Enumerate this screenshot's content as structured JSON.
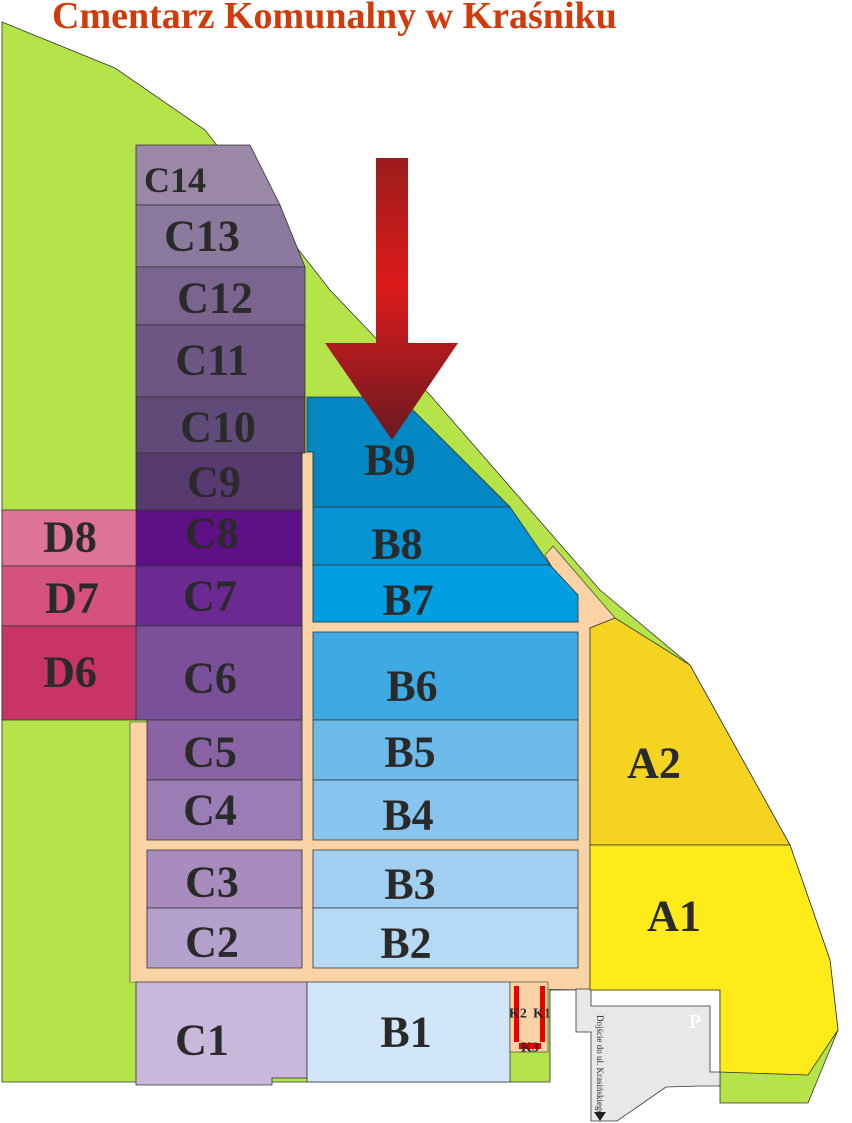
{
  "title": "Cmentarz Komunalny w Kraśniku",
  "colors": {
    "grass": "#b5e34a",
    "path": "#f9d2a5",
    "parking": "#e8e8e8",
    "arrow": "#c41a1a",
    "title": "#d23a0a"
  },
  "sections": {
    "C14": {
      "label": "C14",
      "color": "#9a88a6"
    },
    "C13": {
      "label": "C13",
      "color": "#8c7a9e"
    },
    "C12": {
      "label": "C12",
      "color": "#7b6590"
    },
    "C11": {
      "label": "C11",
      "color": "#6e5784"
    },
    "C10": {
      "label": "C10",
      "color": "#604a78"
    },
    "C9": {
      "label": "C9",
      "color": "#573b70"
    },
    "C8": {
      "label": "C8",
      "color": "#5e1185"
    },
    "C7": {
      "label": "C7",
      "color": "#6a2a92"
    },
    "C6": {
      "label": "C6",
      "color": "#7a509a"
    },
    "C5": {
      "label": "C5",
      "color": "#8a63a4"
    },
    "C4": {
      "label": "C4",
      "color": "#9b7db5"
    },
    "C3": {
      "label": "C3",
      "color": "#a88cbd"
    },
    "C2": {
      "label": "C2",
      "color": "#b3a0cc"
    },
    "C1": {
      "label": "C1",
      "color": "#c9b8db"
    },
    "B9": {
      "label": "B9",
      "color": "#0287c3"
    },
    "B8": {
      "label": "B8",
      "color": "#0494d3"
    },
    "B7": {
      "label": "B7",
      "color": "#009fe3"
    },
    "B6": {
      "label": "B6",
      "color": "#3daae4"
    },
    "B5": {
      "label": "B5",
      "color": "#6cbbeb"
    },
    "B4": {
      "label": "B4",
      "color": "#87c4ee"
    },
    "B3": {
      "label": "B3",
      "color": "#a0cff2"
    },
    "B2": {
      "label": "B2",
      "color": "#b5daf5"
    },
    "B1": {
      "label": "B1",
      "color": "#d1e7f9"
    },
    "D8": {
      "label": "D8",
      "color": "#dd7399"
    },
    "D7": {
      "label": "D7",
      "color": "#d5527f"
    },
    "D6": {
      "label": "D6",
      "color": "#c93467"
    },
    "A2": {
      "label": "A2",
      "color": "#f4d321"
    },
    "A1": {
      "label": "A1",
      "color": "#ffeb1a"
    }
  },
  "facilities": {
    "k1": "K1",
    "k2": "K2",
    "k3": "K3",
    "parking": "P",
    "exit": "Dojście do ul. Krasińskiego"
  }
}
